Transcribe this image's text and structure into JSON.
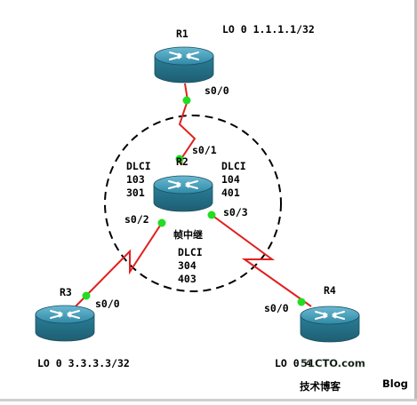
{
  "diagram": {
    "routers": [
      {
        "id": "r1",
        "label": "R1",
        "annotation": "LO 0 1.1.1.1/32"
      },
      {
        "id": "r2",
        "label": "R2"
      },
      {
        "id": "r3",
        "label": "R3",
        "annotation": "LO 0 3.3.3.3/32"
      },
      {
        "id": "r4",
        "label": "R4",
        "annotation": "LO 0 4"
      }
    ],
    "interfaces": {
      "r1_s00": "s0/0",
      "r2_s01": "s0/1",
      "r2_s02": "s0/2",
      "r2_s03": "s0/3",
      "r3_s00": "s0/0",
      "r4_s00": "s0/0"
    },
    "cloud_label": "帧中继",
    "dlci": {
      "left": {
        "title": "DLCI",
        "lines": [
          "103",
          "301"
        ]
      },
      "right": {
        "title": "DLCI",
        "lines": [
          "104",
          "401"
        ]
      },
      "bottom": {
        "title": "DLCI",
        "lines": [
          "304",
          "403"
        ]
      }
    },
    "colors": {
      "link": "#e02020",
      "port": "#22dd22",
      "router_body": "#2a7f99",
      "router_top": "#4aa3bd",
      "cloud_stroke": "#000000"
    }
  },
  "watermark": {
    "brand": "51CTO.com",
    "subtitle": "技术博客",
    "blog": "Blog"
  }
}
